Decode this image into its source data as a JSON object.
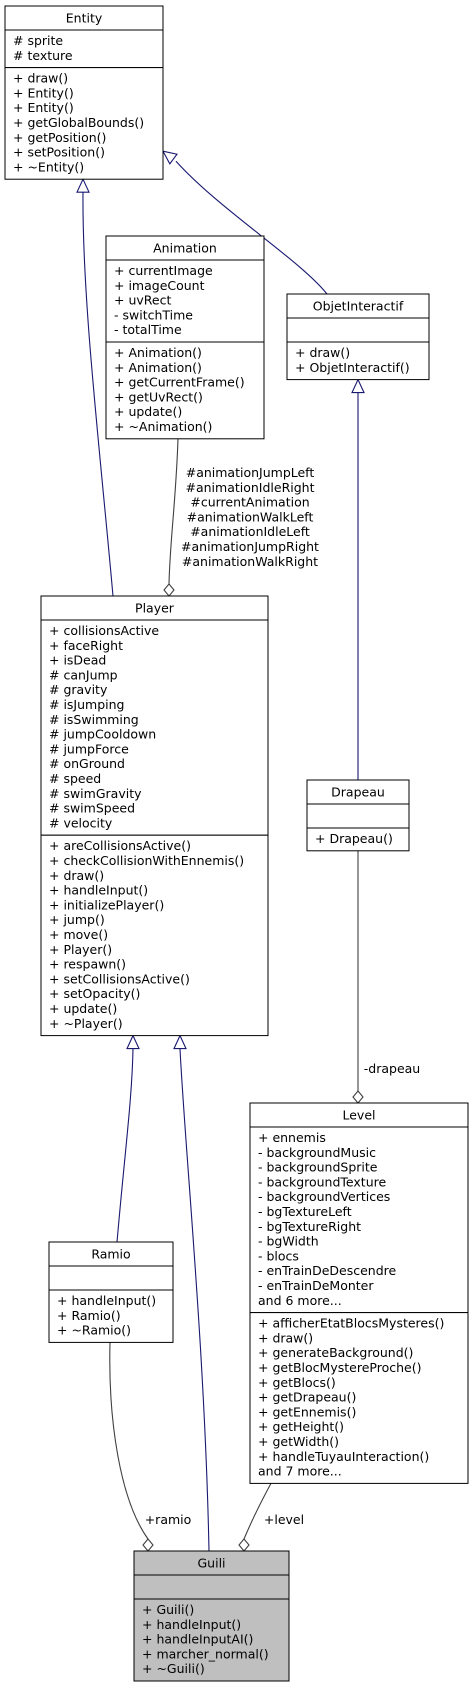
{
  "colors": {
    "box_stroke": "#000000",
    "box_fill": "#ffffff",
    "focus_fill": "#bfbfbf",
    "inheritance_edge": "#191970",
    "association_edge": "#404040"
  },
  "classes": [
    {
      "id": "entity",
      "name": "Entity",
      "attributes": [
        "# sprite",
        "# texture"
      ],
      "methods": [
        "+ draw()",
        "+ Entity()",
        "+ Entity()",
        "+ getGlobalBounds()",
        "+ getPosition()",
        "+ setPosition()",
        "+ ~Entity()"
      ]
    },
    {
      "id": "animation",
      "name": "Animation",
      "attributes": [
        "+ currentImage",
        "+ imageCount",
        "+ uvRect",
        "- switchTime",
        "- totalTime"
      ],
      "methods": [
        "+ Animation()",
        "+ Animation()",
        "+ getCurrentFrame()",
        "+ getUvRect()",
        "+ update()",
        "+ ~Animation()"
      ]
    },
    {
      "id": "objetinteractif",
      "name": "ObjetInteractif",
      "attributes": [],
      "methods": [
        "+ draw()",
        "+ ObjetInteractif()"
      ]
    },
    {
      "id": "player",
      "name": "Player",
      "attributes": [
        "+ collisionsActive",
        "+ faceRight",
        "+ isDead",
        "# canJump",
        "# gravity",
        "# isJumping",
        "# isSwimming",
        "# jumpCooldown",
        "# jumpForce",
        "# onGround",
        "# speed",
        "# swimGravity",
        "# swimSpeed",
        "# velocity"
      ],
      "methods": [
        "+ areCollisionsActive()",
        "+ checkCollisionWithEnnemis()",
        "+ draw()",
        "+ handleInput()",
        "+ initializePlayer()",
        "+ jump()",
        "+ move()",
        "+ Player()",
        "+ respawn()",
        "+ setCollisionsActive()",
        "+ setOpacity()",
        "+ update()",
        "+ ~Player()"
      ]
    },
    {
      "id": "drapeau",
      "name": "Drapeau",
      "attributes": [],
      "methods": [
        "+ Drapeau()"
      ]
    },
    {
      "id": "level",
      "name": "Level",
      "attributes": [
        "+ ennemis",
        "- backgroundMusic",
        "- backgroundSprite",
        "- backgroundTexture",
        "- backgroundVertices",
        "- bgTextureLeft",
        "- bgTextureRight",
        "- bgWidth",
        "- blocs",
        "- enTrainDeDescendre",
        "- enTrainDeMonter",
        "and 6 more..."
      ],
      "methods": [
        "+ afficherEtatBlocsMysteres()",
        "+ draw()",
        "+ generateBackground()",
        "+ getBlocMystereProche()",
        "+ getBlocs()",
        "+ getDrapeau()",
        "+ getEnnemis()",
        "+ getHeight()",
        "+ getWidth()",
        "+ handleTuyauInteraction()",
        "and 7 more..."
      ]
    },
    {
      "id": "ramio",
      "name": "Ramio",
      "attributes": [],
      "methods": [
        "+ handleInput()",
        "+ Ramio()",
        "+ ~Ramio()"
      ]
    },
    {
      "id": "guili",
      "name": "Guili",
      "focus": true,
      "attributes": [],
      "methods": [
        "+ Guili()",
        "+ handleInput()",
        "+ handleInputAI()",
        "+ marcher_normal()",
        "+ ~Guili()"
      ]
    }
  ],
  "inheritance": [
    {
      "child": "player",
      "parent": "entity"
    },
    {
      "child": "objetinteractif",
      "parent": "entity"
    },
    {
      "child": "drapeau",
      "parent": "objetinteractif"
    },
    {
      "child": "ramio",
      "parent": "player"
    },
    {
      "child": "guili",
      "parent": "player"
    }
  ],
  "associations": [
    {
      "from": "animation",
      "to": "player",
      "labels": [
        "#animationJumpLeft",
        "#animationIdleRight",
        "#currentAnimation",
        "#animationWalkLeft",
        "#animationIdleLeft",
        "#animationJumpRight",
        "#animationWalkRight"
      ]
    },
    {
      "from": "drapeau",
      "to": "level",
      "labels": [
        "-drapeau"
      ]
    },
    {
      "from": "ramio",
      "to": "guili",
      "labels": [
        "+ramio"
      ]
    },
    {
      "from": "level",
      "to": "guili",
      "labels": [
        "+level"
      ]
    }
  ]
}
